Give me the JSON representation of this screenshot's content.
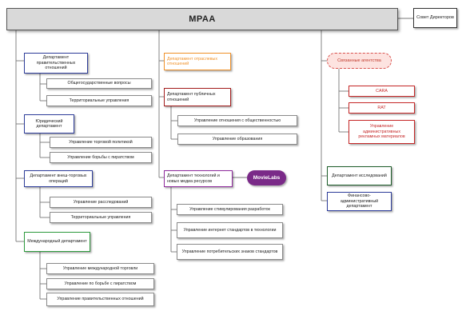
{
  "root": {
    "title": "MPAA"
  },
  "board": {
    "label": "Совет Директоров"
  },
  "col1": {
    "dept1": {
      "label": "Департамент правительственных отношений",
      "color": "#2e3d9a"
    },
    "dept1_units": [
      "Общегосударственные вопросы",
      "Территориальные управления"
    ],
    "dept2": {
      "label": "Юридический департамент",
      "color": "#2e3d9a"
    },
    "dept2_units": [
      "Управление торговой политикой",
      "Управление борьбы с пиратством"
    ],
    "dept3": {
      "label": "Департамент внеш-торговых операций",
      "color": "#2e3d9a"
    },
    "dept3_units": [
      "Управление расследований",
      "Территориальные управления"
    ],
    "dept4": {
      "label": "Международный департамент",
      "color": "#2e9a3d"
    },
    "dept4_units": [
      "Управление международной торговли",
      "Управление по борьбе с пиратством",
      "Управление правительственных отношений"
    ]
  },
  "col2": {
    "dept1": {
      "label": "Департамент отраслевых отношений",
      "color": "#f0922b"
    },
    "dept2": {
      "label": "Департамент публичных отношений",
      "color": "#a31c1c"
    },
    "dept2_units": [
      "Управление отношения с общественностью",
      "Управление образования"
    ],
    "dept3": {
      "label": "Департамент технологий и новых медиа ресурсов",
      "color": "#8e2a9c"
    },
    "movielabs": "MovieLabs",
    "dept3_units": [
      "Управление стимулирования разработок",
      "Управление интернет стандартов в технологии",
      "Управление потребительских знаков стандартов"
    ]
  },
  "col3": {
    "dashed": {
      "label": "Связанные агентства",
      "color": "#d9534f"
    },
    "units": [
      "CARA",
      "RAT",
      "Управление административных рекламных материалов"
    ],
    "units_color": "#c62828",
    "dept_research": {
      "label": "Департамент исследований",
      "color": "#1e5e2a"
    },
    "dept_finance": {
      "label": "Финансово-административный департамент",
      "color": "#2e3d9a"
    }
  }
}
